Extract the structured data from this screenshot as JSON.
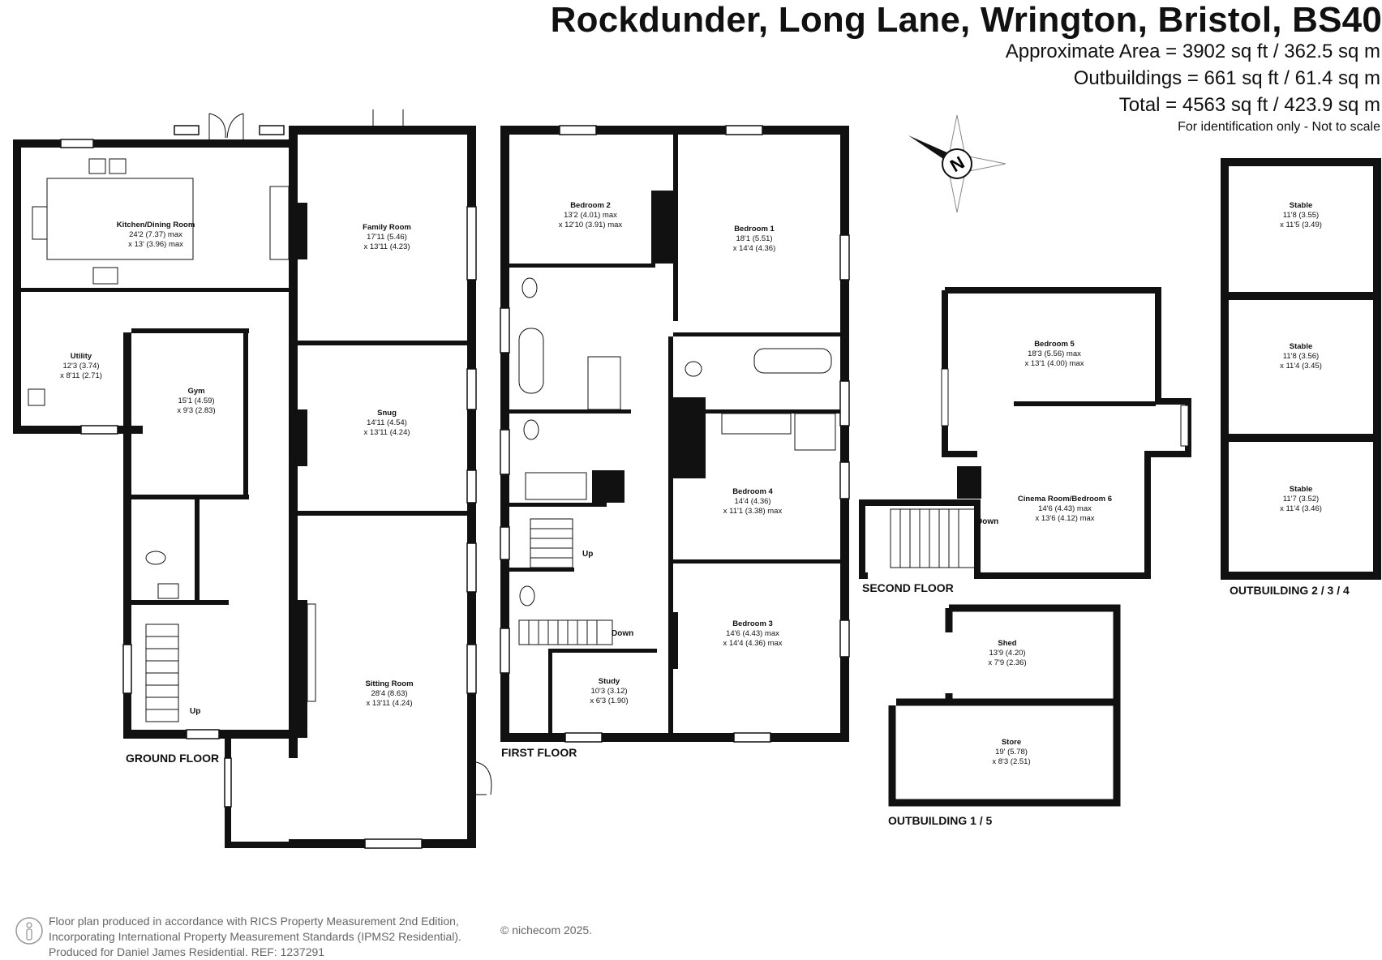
{
  "header": {
    "title": "Rockdunder, Long Lane, Wrington, Bristol, BS40",
    "approx_area": "Approximate Area = 3902 sq ft / 362.5 sq m",
    "outbuildings": "Outbuildings = 661 sq ft / 61.4 sq m",
    "total": "Total = 4563 sq ft / 423.9 sq m",
    "identification": "For identification only - Not to scale"
  },
  "compass": {
    "label": "N",
    "icon": "north-arrow-icon"
  },
  "floors": {
    "ground": "GROUND FLOOR",
    "first": "FIRST FLOOR",
    "second": "SECOND FLOOR",
    "outbuilding_1_5": "OUTBUILDING 1 / 5",
    "outbuilding_2_3_4": "OUTBUILDING 2 / 3 / 4"
  },
  "rooms": {
    "kitchen": {
      "name": "Kitchen/Dining Room",
      "dim1": "24'2 (7.37) max",
      "dim2": "x 13' (3.96) max"
    },
    "family": {
      "name": "Family Room",
      "dim1": "17'11 (5.46)",
      "dim2": "x 13'11 (4.23)"
    },
    "utility": {
      "name": "Utility",
      "dim1": "12'3 (3.74)",
      "dim2": "x 8'11 (2.71)"
    },
    "gym": {
      "name": "Gym",
      "dim1": "15'1 (4.59)",
      "dim2": "x 9'3 (2.83)"
    },
    "snug": {
      "name": "Snug",
      "dim1": "14'11 (4.54)",
      "dim2": "x 13'11 (4.24)"
    },
    "sitting": {
      "name": "Sitting Room",
      "dim1": "28'4 (8.63)",
      "dim2": "x 13'11 (4.24)"
    },
    "bedroom2": {
      "name": "Bedroom 2",
      "dim1": "13'2 (4.01) max",
      "dim2": "x 12'10 (3.91) max"
    },
    "bedroom1": {
      "name": "Bedroom 1",
      "dim1": "18'1 (5.51)",
      "dim2": "x  14'4 (4.36)"
    },
    "bedroom4": {
      "name": "Bedroom 4",
      "dim1": "14'4 (4.36)",
      "dim2": "x 11'1 (3.38) max"
    },
    "bedroom3": {
      "name": "Bedroom 3",
      "dim1": "14'6 (4.43) max",
      "dim2": "x 14'4 (4.36) max"
    },
    "study": {
      "name": "Study",
      "dim1": "10'3 (3.12)",
      "dim2": "x 6'3 (1.90)"
    },
    "bedroom5": {
      "name": "Bedroom 5",
      "dim1": "18'3 (5.56) max",
      "dim2": "x 13'1 (4.00) max"
    },
    "cinema": {
      "name": "Cinema Room/Bedroom 6",
      "dim1": "14'6 (4.43) max",
      "dim2": "x 13'6 (4.12) max"
    },
    "shed": {
      "name": "Shed",
      "dim1": "13'9 (4.20)",
      "dim2": "x 7'9 (2.36)"
    },
    "store": {
      "name": "Store",
      "dim1": "19' (5.78)",
      "dim2": "x 8'3 (2.51)"
    },
    "stable1": {
      "name": "Stable",
      "dim1": "11'8 (3.55)",
      "dim2": "x 11'5 (3.49)"
    },
    "stable2": {
      "name": "Stable",
      "dim1": "11'8 (3.56)",
      "dim2": "x 11'4 (3.45)"
    },
    "stable3": {
      "name": "Stable",
      "dim1": "11'7 (3.52)",
      "dim2": "x 11'4 (3.46)"
    }
  },
  "stairs": {
    "up": "Up",
    "down": "Down"
  },
  "footer": {
    "line1": "Floor plan produced in accordance with RICS Property Measurement 2nd Edition,",
    "line2": "Incorporating International Property Measurement Standards (IPMS2 Residential).",
    "line3": "Produced for Daniel James Residential.   REF:  1237291",
    "copyright": "© nichecom 2025."
  }
}
